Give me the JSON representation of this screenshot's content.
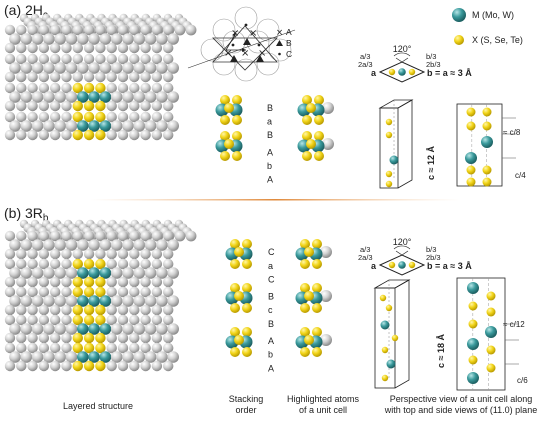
{
  "panels": {
    "a_label": "(a) 2H",
    "a_sub": "c",
    "b_label": "(b) 3R",
    "b_sub": "b"
  },
  "legend": {
    "metal": "M (Mo, W)",
    "chalcogen": "X (S, Se, Te)",
    "metal_color": "#3a9a9c",
    "chalcogen_color": "#f2d51a",
    "stack_color": "#c9c9c9"
  },
  "sites": {
    "a": "A",
    "b": "B",
    "c": "C"
  },
  "stacking_2h": [
    "B",
    "a",
    "B",
    "A",
    "b",
    "A"
  ],
  "stacking_3r": [
    "C",
    "a",
    "C",
    "B",
    "c",
    "B",
    "A",
    "b",
    "A"
  ],
  "lattice": {
    "angle": "120°",
    "a3": "a/3",
    "a23": "2a/3",
    "b3": "b/3",
    "b23": "2b/3",
    "a": "a",
    "b_eq": "b = a ≈ 3 Å"
  },
  "cell_2h": {
    "c": "c ≈ 12 Å",
    "c8": "≈ c/8",
    "c4": "c/4"
  },
  "cell_3r": {
    "c": "c ≈ 18 Å",
    "c12": "≈ c/12",
    "c6": "c/6"
  },
  "captions": {
    "layered": "Layered structure",
    "stacking1": "Stacking",
    "stacking2": "order",
    "highlight1": "Highlighted atoms",
    "highlight2": "of a unit cell",
    "persp1": "Perspective view of a unit cell along",
    "persp2": "with top and side views of (11.0) plane"
  }
}
